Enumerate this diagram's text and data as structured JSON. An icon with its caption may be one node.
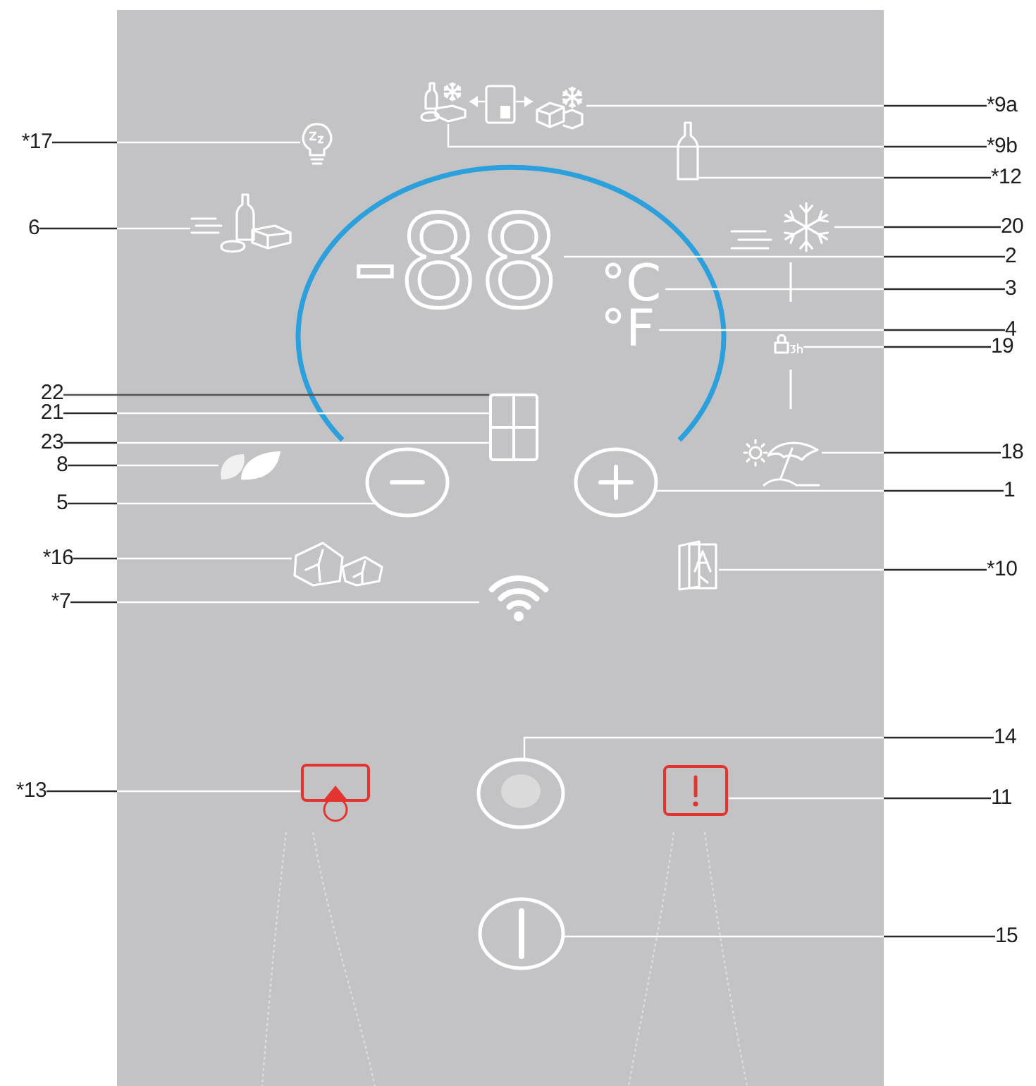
{
  "diagram": {
    "nodes": [
      {
        "text": [
          "*9a"
        ]
      },
      {
        "text": [],
        "shape": "picture"
      },
      {
        "text": [
          "*17"
        ]
      },
      {
        "text": [],
        "shape": "picture"
      },
      {
        "text": [
          "*9b"
        ]
      },
      {
        "text": [],
        "shape": "picture"
      },
      {
        "text": [
          "*12"
        ]
      },
      {
        "text": [],
        "shape": "bottle"
      },
      {
        "text": [
          "6"
        ]
      },
      {
        "text": [],
        "shape": "picture"
      },
      {
        "text": [
          "20"
        ]
      },
      {
        "text": [],
        "shape": "picture"
      },
      {
        "text": [
          "2"
        ]
      },
      {
        "text": [
          "-88"
        ]
      },
      {
        "text": [
          "3"
        ]
      },
      {
        "text": [
          "°C"
        ]
      },
      {
        "text": [
          "4"
        ]
      },
      {
        "text": [
          "°F"
        ]
      },
      {
        "text": [
          "19"
        ]
      },
      {
        "text": [],
        "shape": "picture"
      },
      {
        "text": [
          "22"
        ]
      },
      {
        "text": [],
        "shape": "box"
      },
      {
        "text": [
          "21"
        ]
      },
      {
        "text": [
          "23"
        ]
      },
      {
        "text": [
          "18"
        ]
      },
      {
        "text": [],
        "shape": "picture"
      },
      {
        "text": [
          "8"
        ]
      },
      {
        "text": [],
        "shape": "picture"
      },
      {
        "text": [
          "1"
        ]
      },
      {
        "text": [],
        "shape": "circle"
      },
      {
        "text": [
          "5"
        ]
      },
      {
        "text": [],
        "shape": "circle"
      },
      {
        "text": [
          "*16"
        ]
      },
      {
        "text": [],
        "shape": "picture"
      },
      {
        "text": [
          "*10"
        ]
      },
      {
        "text": [],
        "shape": "picture"
      },
      {
        "text": [
          "*7"
        ]
      },
      {
        "text": [],
        "shape": "picture"
      },
      {
        "text": [
          "14"
        ]
      },
      {
        "text": [],
        "shape": "circle"
      },
      {
        "text": [
          "*13"
        ]
      },
      {
        "text": [],
        "shape": "picture"
      },
      {
        "text": [
          "11"
        ]
      },
      {
        "text": [],
        "shape": "picture"
      },
      {
        "text": [
          "15"
        ]
      },
      {
        "text": [],
        "shape": "circle"
      },
      {
        "text": [],
        "shape": "picture"
      }
    ],
    "edges": [
      {
        "from": 0,
        "to": 1,
        "arrow": "none"
      },
      {
        "from": 2,
        "to": 3,
        "arrow": "none"
      },
      {
        "from": 4,
        "to": 5,
        "arrow": "none"
      },
      {
        "from": 6,
        "to": 7,
        "arrow": "none"
      },
      {
        "from": 8,
        "to": 9,
        "arrow": "none"
      },
      {
        "from": 10,
        "to": 11,
        "arrow": "none"
      },
      {
        "from": 12,
        "to": 13,
        "arrow": "none"
      },
      {
        "from": 14,
        "to": 15,
        "arrow": "none"
      },
      {
        "from": 16,
        "to": 17,
        "arrow": "none"
      },
      {
        "from": 18,
        "to": 19,
        "arrow": "none"
      },
      {
        "from": 20,
        "to": 21,
        "arrow": "none",
        "color": "#555555"
      },
      {
        "from": 22,
        "to": 21,
        "arrow": "none"
      },
      {
        "from": 23,
        "to": 21,
        "arrow": "none"
      },
      {
        "from": 24,
        "to": 25,
        "arrow": "none"
      },
      {
        "from": 26,
        "to": 27,
        "arrow": "none"
      },
      {
        "from": 28,
        "to": 29,
        "arrow": "none"
      },
      {
        "from": 30,
        "to": 31,
        "arrow": "none"
      },
      {
        "from": 32,
        "to": 33,
        "arrow": "none"
      },
      {
        "from": 34,
        "to": 35,
        "arrow": "none"
      },
      {
        "from": 36,
        "to": 37,
        "arrow": "none"
      },
      {
        "from": 38,
        "to": 39,
        "arrow": "none"
      },
      {
        "from": 40,
        "to": 41,
        "arrow": "none"
      },
      {
        "from": 42,
        "to": 43,
        "arrow": "none"
      },
      {
        "from": 44,
        "to": 45,
        "arrow": "none"
      },
      {
        "from": 46,
        "to": 5,
        "arrow": "to"
      },
      {
        "from": 46,
        "to": 1,
        "arrow": "to"
      }
    ]
  }
}
